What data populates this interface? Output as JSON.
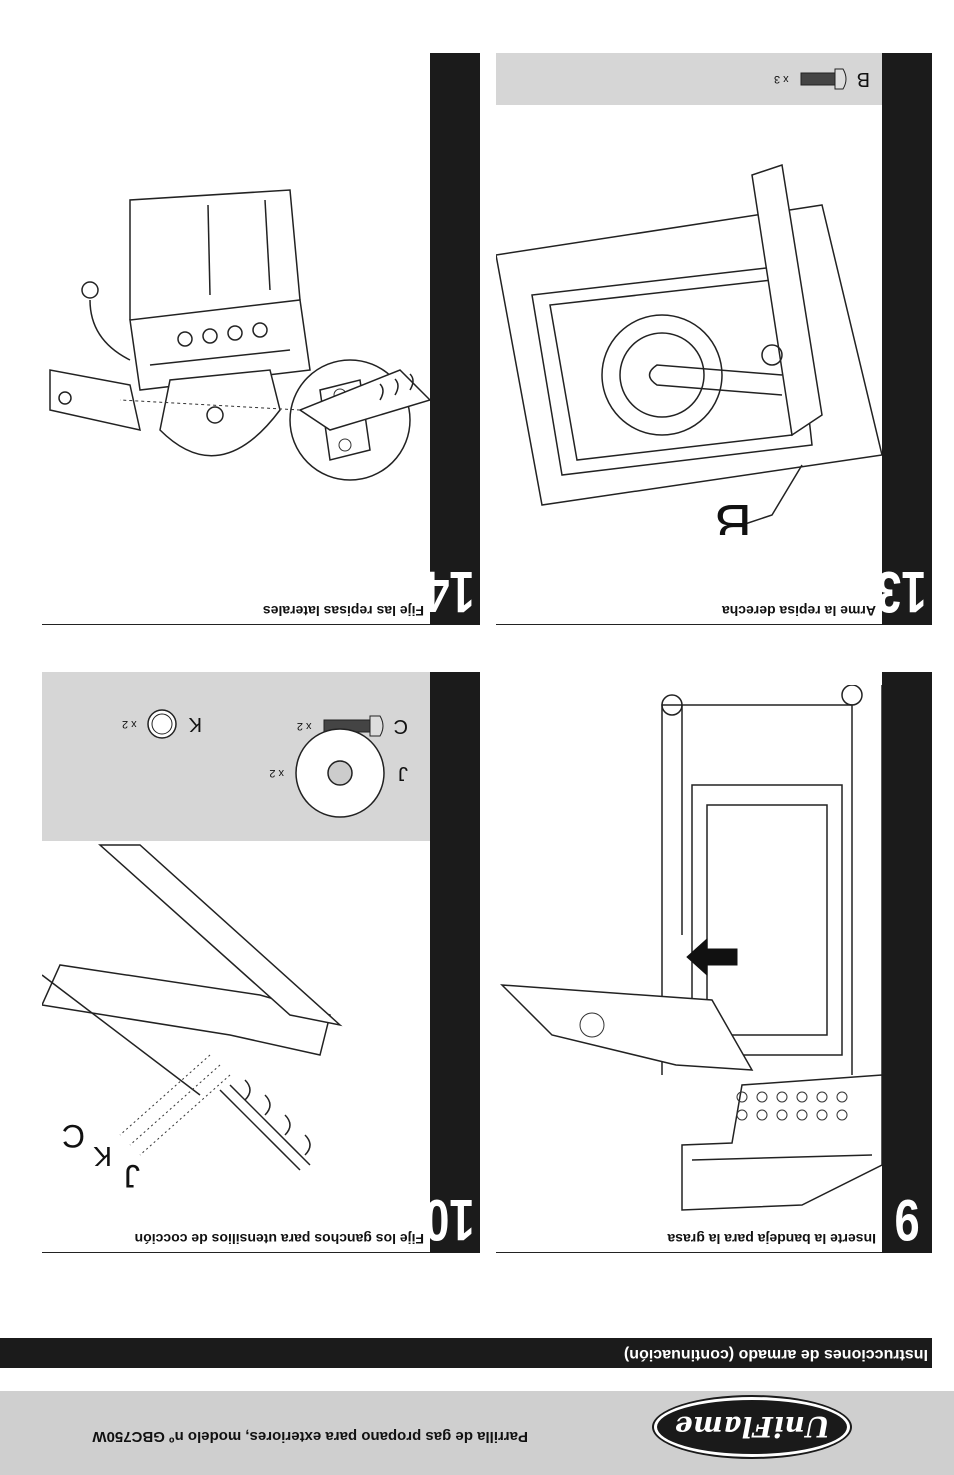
{
  "brand": {
    "logo_text": "UniFlame",
    "subtitle": "Parrilla de gas propano para exteriores, modelo nº GBC750W"
  },
  "section": {
    "title": "Instrucciones de armado (continuación)"
  },
  "steps": [
    {
      "number": "9",
      "title": "Inserte la bandeja para la grasa"
    },
    {
      "number": "10",
      "title": "Fije los ganchos para utensilios de cocción",
      "parts": [
        {
          "letter": "C",
          "qty": "x 2"
        },
        {
          "letter": "J",
          "qty": "x 2"
        },
        {
          "letter": "K",
          "qty": "x 2"
        }
      ],
      "callouts": [
        "J",
        "K",
        "C"
      ]
    },
    {
      "number": "13",
      "title": "Arme la repisa derecha",
      "parts": [
        {
          "letter": "B",
          "qty": "x 3"
        }
      ],
      "callouts": [
        "B"
      ]
    },
    {
      "number": "14",
      "title": "Fije las repisas laterales"
    }
  ],
  "icons": [
    "uniflame-logo",
    "bolt-icon",
    "washer-icon",
    "lock-ring-icon",
    "arrow-icon"
  ]
}
